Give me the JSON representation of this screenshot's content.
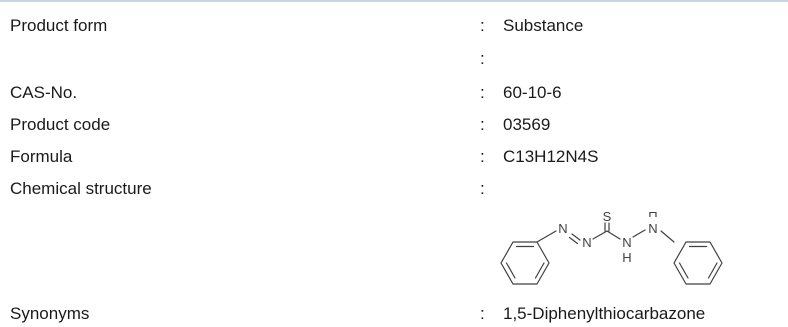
{
  "properties": [
    {
      "label": "Product form",
      "colon": ":",
      "value": "Substance"
    },
    {
      "label": "",
      "colon": ":",
      "value": ""
    },
    {
      "label": "CAS-No.",
      "colon": ":",
      "value": "60-10-6"
    },
    {
      "label": "Product code",
      "colon": ":",
      "value": "03569"
    },
    {
      "label": "Formula",
      "colon": ":",
      "value": "C13H12N4S"
    },
    {
      "label": "Chemical structure",
      "colon": ":",
      "value": ""
    },
    {
      "label": "Synonyms",
      "colon": ":",
      "value": "1,5-Diphenylthiocarbazone"
    }
  ],
  "structure": {
    "atoms": {
      "sulfur": "S",
      "n1": "N",
      "n2": "N",
      "n3": "N",
      "n4": "N",
      "h1": "H",
      "h2": "H"
    }
  }
}
